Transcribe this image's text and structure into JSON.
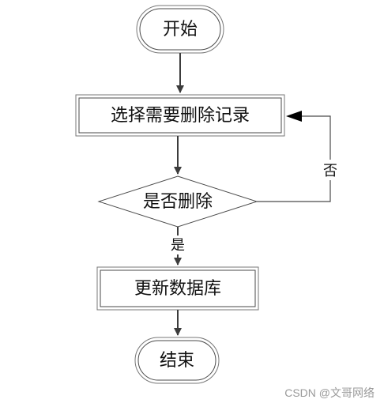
{
  "nodes": {
    "start": "开始",
    "select": "选择需要删除记录",
    "decision": "是否删除",
    "update": "更新数据库",
    "end": "结束"
  },
  "edges": {
    "yes": "是",
    "no": "否"
  },
  "watermark": "CSDN @文哥网络"
}
